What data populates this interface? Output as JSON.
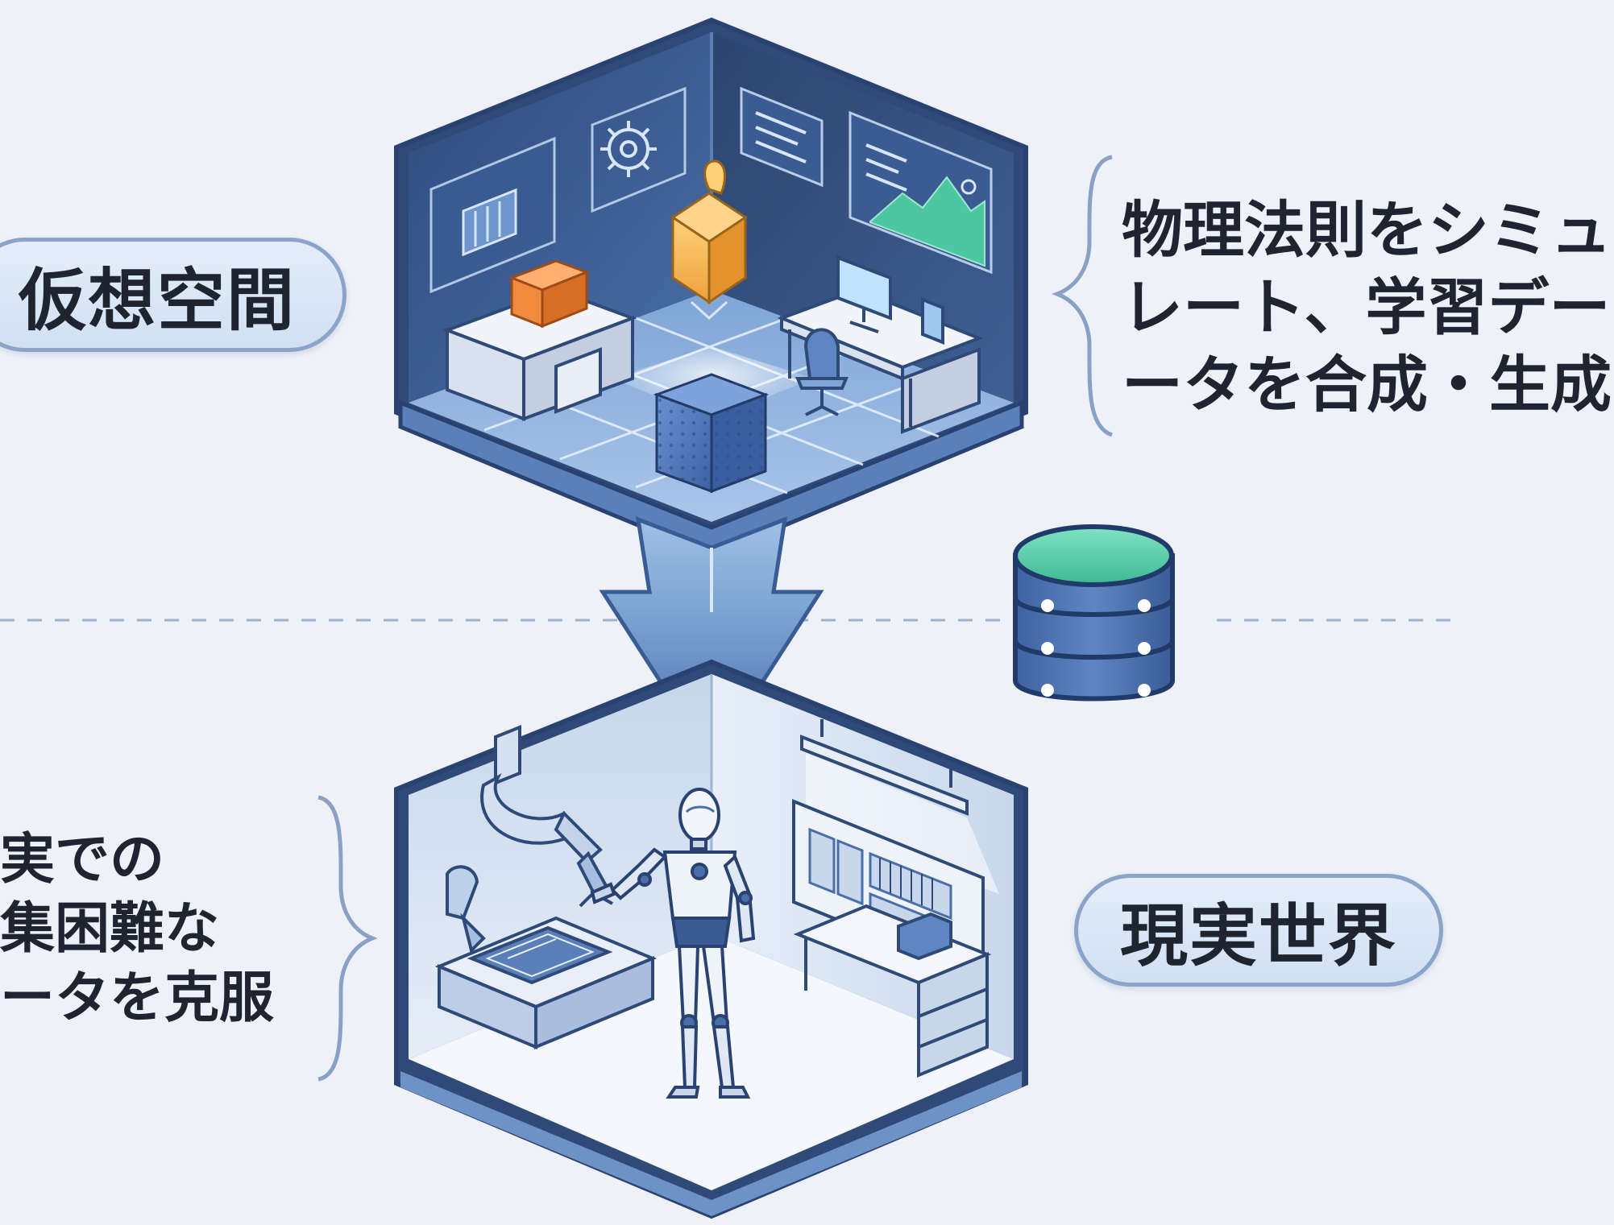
{
  "labels": {
    "virtual_space": "仮想空間",
    "real_world": "現実世界"
  },
  "right_description": {
    "lines": [
      "物理法則をシミュ",
      "レート、学習デー",
      "ータを合成・生成"
    ]
  },
  "left_description": {
    "lines": [
      "現実での",
      "収集困難な",
      "データを克服"
    ]
  },
  "colors": {
    "background": "#eef2f8",
    "outline": "#2f4a78",
    "room_dark": "#33507f",
    "room_light": "#d9e3f2",
    "accent_orange": "#f08a3c",
    "accent_yellow": "#f4b24a",
    "accent_green": "#4cc7a1",
    "arrow": "#4a6ea8"
  },
  "icons": {
    "database": "database-icon",
    "robot": "humanoid-robot-icon",
    "robot_arm": "robot-arm-icon"
  }
}
